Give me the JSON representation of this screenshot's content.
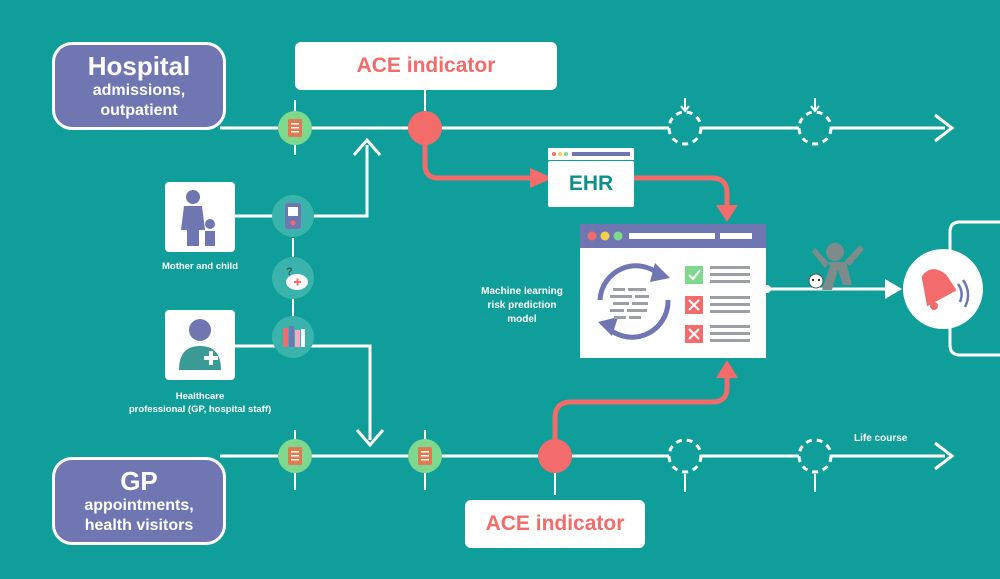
{
  "hospital": {
    "title": "Hospital",
    "subtitle_line1": "admissions,",
    "subtitle_line2": "outpatient"
  },
  "gp": {
    "title": "GP",
    "subtitle_line1": "appointments,",
    "subtitle_line2": "health visitors"
  },
  "ace_top": {
    "label": "ACE indicator"
  },
  "ace_bottom": {
    "label": "ACE indicator"
  },
  "ehr": {
    "label": "EHR"
  },
  "mother": {
    "caption": "Mother and child"
  },
  "professional": {
    "caption_line1": "Healthcare",
    "caption_line2": "professional (GP, hospital staff)"
  },
  "model": {
    "line1": "Machine learning",
    "line2": "risk prediction",
    "line3": "model"
  },
  "timeline": {
    "life_course_label": "Life course"
  },
  "colors": {
    "background": "#0f9e99",
    "lane": "#6f76b2",
    "accent": "#f36b6b",
    "record": "#7ed98e",
    "white": "#ffffff"
  },
  "icons": [
    "mother-child-icon",
    "healthcare-professional-icon",
    "medical-record-icon",
    "glucose-meter-icon",
    "question-speech-icon",
    "books-icon",
    "alarm-bell-icon",
    "sad-figure-icon"
  ]
}
